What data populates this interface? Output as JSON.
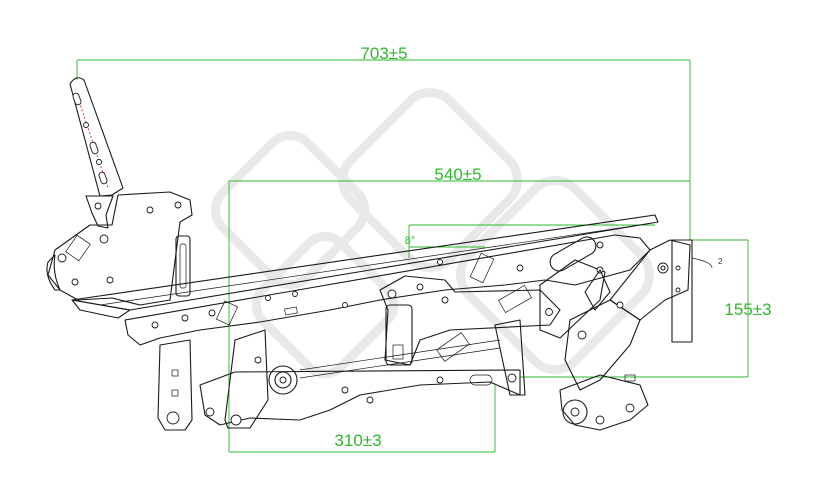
{
  "diagram": {
    "dimensions": {
      "overall_width": "703±5",
      "seat_width": "540±5",
      "height": "155±3",
      "base_width": "310±3",
      "angle": "8°"
    },
    "small_annotation": "2"
  },
  "colors": {
    "dimension": "#2db82d",
    "linework": "#1a1a1a",
    "center_mark": "#e02020",
    "watermark": "#e9e9e9"
  }
}
